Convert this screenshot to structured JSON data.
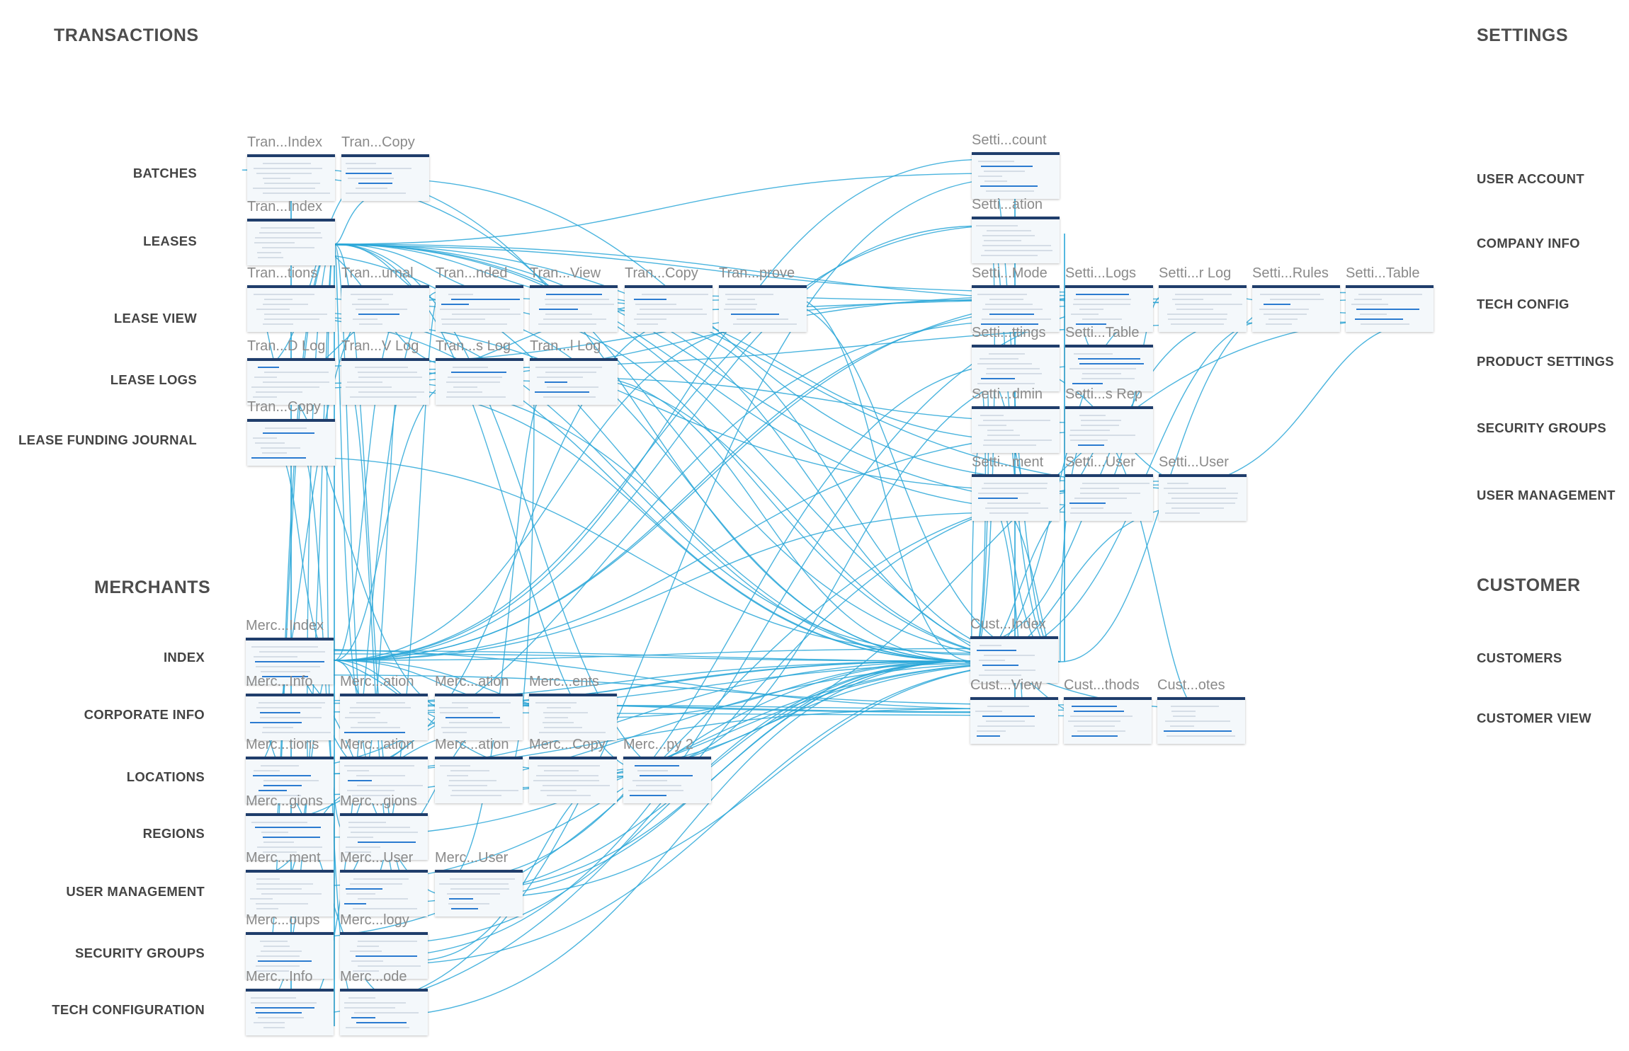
{
  "sections": {
    "transactions": "TRANSACTIONS",
    "settings": "SETTINGS",
    "merchants": "MERCHANTS",
    "customer": "CUSTOMER"
  },
  "row_labels": {
    "transactions": [
      "BATCHES",
      "LEASES",
      "LEASE VIEW",
      "LEASE LOGS",
      "LEASE FUNDING JOURNAL"
    ],
    "merchants": [
      "INDEX",
      "CORPORATE INFO",
      "LOCATIONS",
      "REGIONS",
      "USER MANAGEMENT",
      "SECURITY GROUPS",
      "TECH CONFIGURATION"
    ],
    "settings": [
      "USER ACCOUNT",
      "COMPANY INFO",
      "TECH CONFIG",
      "PRODUCT SETTINGS",
      "SECURITY GROUPS",
      "USER MANAGEMENT"
    ],
    "customer": [
      "CUSTOMERS",
      "CUSTOMER VIEW"
    ]
  },
  "screens": {
    "transactions": [
      [
        "Tran...Index",
        "Tran...Copy"
      ],
      [
        "Tran...Index"
      ],
      [
        "Tran...tions",
        "Tran...urnal",
        "Tran...nded",
        "Tran...View",
        "Tran...Copy",
        "Tran...prove"
      ],
      [
        "Tran...D Log",
        "Tran...V Log",
        "Tran...s Log",
        "Tran...l Log"
      ],
      [
        "Tran...Copy"
      ]
    ],
    "merchants": [
      [
        "Merc...Index"
      ],
      [
        "Merc...Info",
        "Merc...ation",
        "Merc...ation",
        "Merc...ents"
      ],
      [
        "Merc...tions",
        "Merc...ation",
        "Merc...ation",
        "Merc...Copy",
        "Merc...py 2"
      ],
      [
        "Merc...gions",
        "Merc...gions"
      ],
      [
        "Merc...ment",
        "Merc...User",
        "Merc...User"
      ],
      [
        "Merc...oups",
        "Merc...logy"
      ],
      [
        "Merc...Info",
        "Merc...ode"
      ]
    ],
    "settings": [
      [
        "Setti...count"
      ],
      [
        "Setti...ation"
      ],
      [
        "Setti...Mode",
        "Setti...Logs",
        "Setti...r Log",
        "Setti...Rules",
        "Setti...Table"
      ],
      [
        "Setti...ttings",
        "Setti...Table"
      ],
      [
        "Setti...dmin",
        "Setti...s Rep"
      ],
      [
        "Setti...ment",
        "Setti...User",
        "Setti...User"
      ]
    ],
    "customer": [
      [
        "Cust...Index"
      ],
      [
        "Cust...View",
        "Cust...thods",
        "Cust...otes"
      ]
    ]
  },
  "colors": {
    "link": "#2aa7d8",
    "thumb_header": "#1f3d6b",
    "label": "#444444"
  }
}
